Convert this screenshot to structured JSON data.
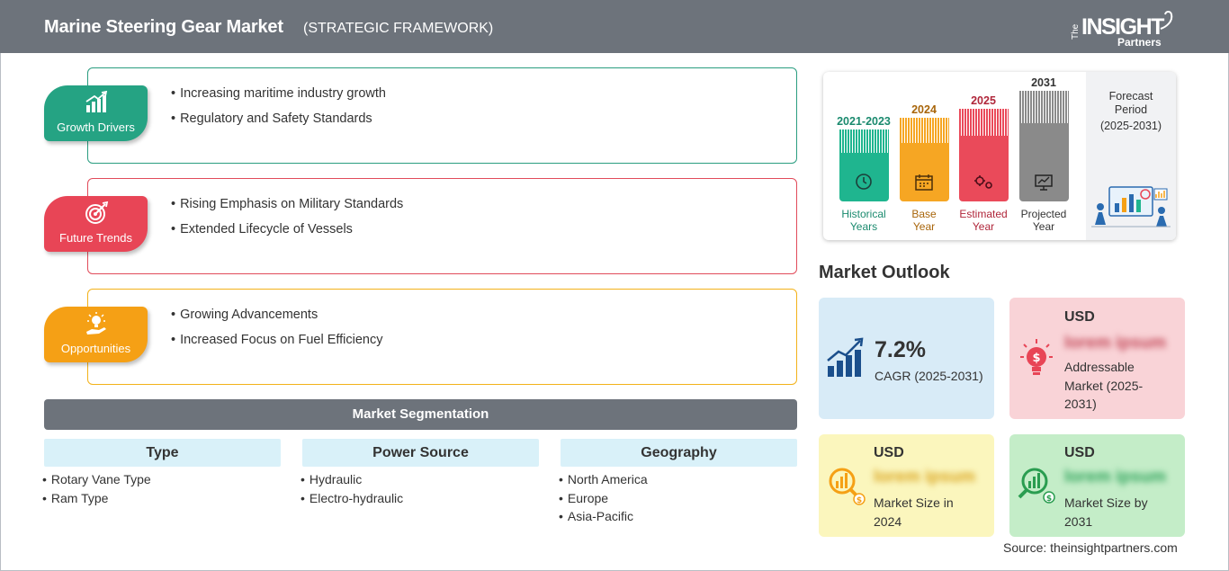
{
  "header": {
    "title": "Marine Steering Gear Market",
    "subtitle": "(STRATEGIC FRAMEWORK)"
  },
  "logo": {
    "the": "The",
    "insight": "INSIGHT",
    "partners": "Partners"
  },
  "framework": [
    {
      "label": "Growth Drivers",
      "color": "#25a383",
      "icon": "growth-chart-icon",
      "points": [
        "Increasing maritime industry growth",
        "Regulatory and Safety Standards"
      ]
    },
    {
      "label": "Future Trends",
      "color": "#e84556",
      "icon": "target-icon",
      "points": [
        "Rising Emphasis on Military Standards",
        "Extended Lifecycle of Vessels"
      ]
    },
    {
      "label": "Opportunities",
      "color": "#f5a015",
      "icon": "lightbulb-hand-icon",
      "points": [
        "Growing Advancements",
        "Increased Focus on Fuel Efficiency"
      ]
    }
  ],
  "segmentation": {
    "title": "Market Segmentation",
    "columns": [
      {
        "header": "Type",
        "items": [
          "Rotary Vane Type",
          "Ram Type"
        ]
      },
      {
        "header": "Power Source",
        "items": [
          "Hydraulic",
          "Electro-hydraulic"
        ]
      },
      {
        "header": "Geography",
        "items": [
          "North America",
          "Europe",
          "Asia-Pacific"
        ]
      }
    ]
  },
  "timeline": {
    "periods": [
      {
        "year": "2021-2023",
        "label_line1": "Historical",
        "label_line2": "Years",
        "color": "#1fb58f",
        "text_color": "#1a8a6e",
        "icon": "clock-icon"
      },
      {
        "year": "2024",
        "label_line1": "Base",
        "label_line2": "Year",
        "color": "#f6a623",
        "text_color": "#a8650a",
        "icon": "calendar-icon"
      },
      {
        "year": "2025",
        "label_line1": "Estimated",
        "label_line2": "Year",
        "color": "#ea4a5a",
        "text_color": "#b0263a",
        "icon": "gears-icon"
      },
      {
        "year": "2031",
        "label_line1": "Projected",
        "label_line2": "Year",
        "color": "#8a8a8a",
        "text_color": "#333333",
        "icon": "presentation-icon"
      }
    ],
    "forecast_title": "Forecast Period",
    "forecast_range": "(2025-2031)"
  },
  "outlook": {
    "title": "Market Outlook",
    "cagr": {
      "value": "7.2%",
      "label": "CAGR (2025-2031)"
    },
    "addressable": {
      "currency": "USD",
      "value": "lorem ipsum",
      "label": "Addressable Market (2025-2031)"
    },
    "size_2024": {
      "currency": "USD",
      "value": "lorem ipsum",
      "label": "Market Size in 2024"
    },
    "size_2031": {
      "currency": "USD",
      "value": "lorem ipsum",
      "label": "Market Size by 2031"
    }
  },
  "source": "Source: theinsightpartners.com"
}
